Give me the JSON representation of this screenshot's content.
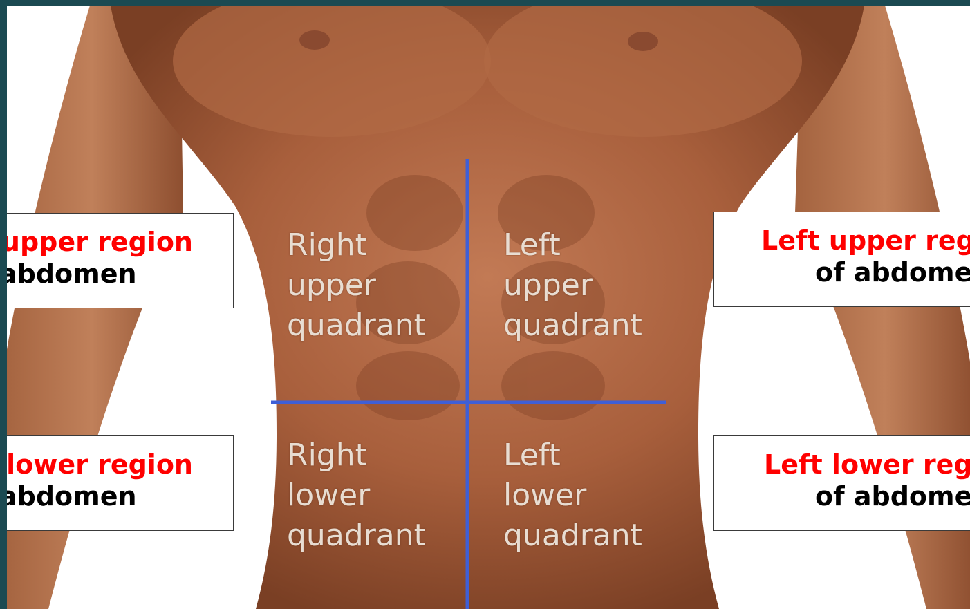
{
  "quadrants": {
    "right_upper": [
      "Right",
      "upper",
      "quadrant"
    ],
    "left_upper": [
      "Left",
      "upper",
      "quadrant"
    ],
    "right_lower": [
      "Right",
      "lower",
      "quadrant"
    ],
    "left_lower": [
      "Left",
      "lower",
      "quadrant"
    ]
  },
  "callouts": {
    "right_upper": {
      "line1": "upper region",
      "line2": "abdomen"
    },
    "right_lower": {
      "line1": "lower region",
      "line2": "abdomen"
    },
    "left_upper": {
      "line1": "Left upper reg",
      "line2": "of abdome"
    },
    "left_lower": {
      "line1": "Left lower reg",
      "line2": "of abdome"
    }
  },
  "colors": {
    "frame": "#1b4a52",
    "divider_lines": "#3f5fd6",
    "callout_title": "#ff0000",
    "callout_text": "#000000"
  }
}
